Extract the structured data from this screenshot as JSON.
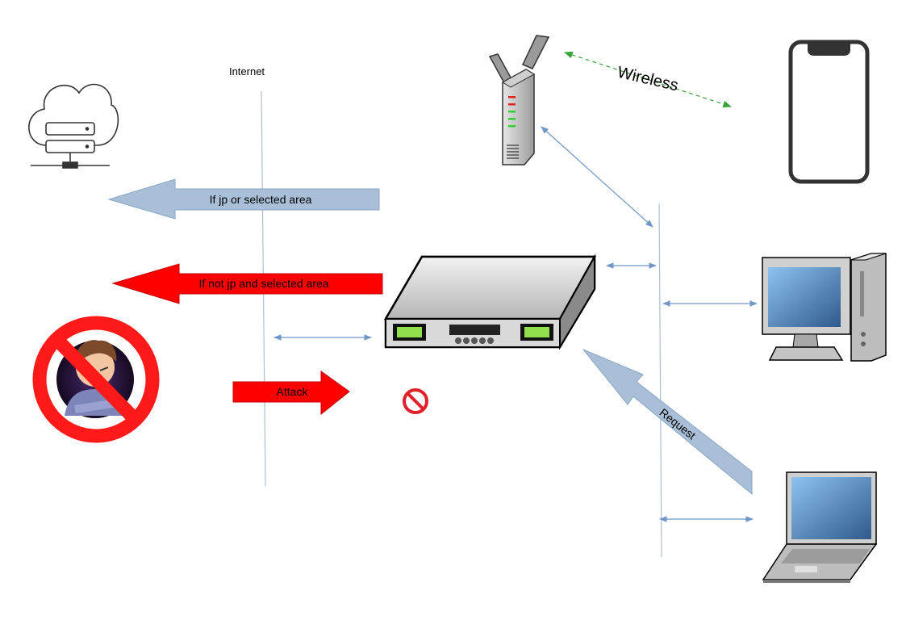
{
  "labels": {
    "internet": "Internet",
    "wireless": "Wireless",
    "allowed_route": "If jp or selected area",
    "blocked_route": "If not jp and selected area",
    "attack": "Attack",
    "request": "Request"
  },
  "icons": {
    "cloud_server": "cloud-server-icon",
    "wifi_router": "wifi-router-icon",
    "smartphone": "smartphone-icon",
    "firewall_router": "router-appliance-icon",
    "desktop": "desktop-computer-icon",
    "laptop": "laptop-icon",
    "attacker": "attacker-icon",
    "prohibited_sign": "prohibited-icon",
    "blocked_mark": "no-entry-icon"
  },
  "colors": {
    "allowed_arrow": "#a9bfd8",
    "blocked_arrow": "#ff0000",
    "connector": "#6f97c9",
    "wireless_link": "#3aa33a"
  }
}
